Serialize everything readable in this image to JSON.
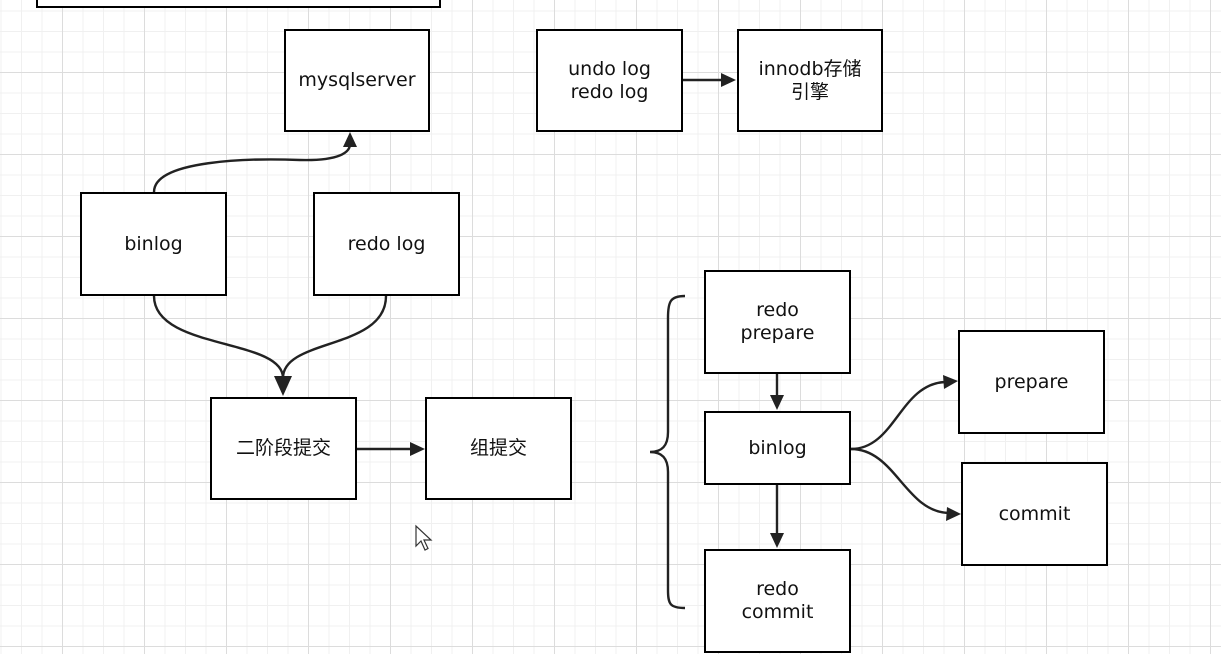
{
  "nodes": {
    "mysqlserver": "mysqlserver",
    "undo_redo": "undo log\nredo log",
    "innodb": "innodb存储\n引擎",
    "binlog_left": "binlog",
    "redo_log": "redo log",
    "two_phase": "二阶段提交",
    "group_commit": "组提交",
    "redo_prepare": "redo\nprepare",
    "binlog_right": "binlog",
    "redo_commit": "redo\ncommit",
    "prepare": "prepare",
    "commit": "commit"
  },
  "colors": {
    "stroke": "#000000",
    "grid": "#dcdcdc",
    "background": "#ffffff"
  }
}
